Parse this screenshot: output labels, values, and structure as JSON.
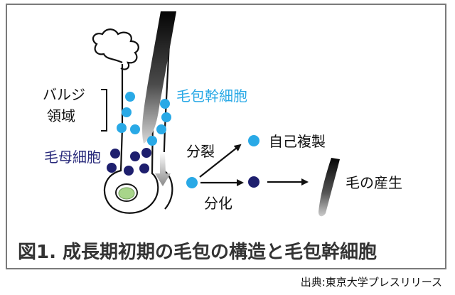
{
  "labels": {
    "bulge_region_line1": "バルジ",
    "bulge_region_line2": "領域",
    "hair_follicle_stem_cell": "毛包幹細胞",
    "hair_matrix_cell": "毛母細胞",
    "division": "分裂",
    "self_renewal": "自己複製",
    "differentiation": "分化",
    "hair_production": "毛の産生"
  },
  "caption": "図1. 成長期初期の毛包の構造と毛包幹細胞",
  "source": "出典:東京大学プレスリリース",
  "colors": {
    "stem_cell": "#29a9e6",
    "matrix_cell": "#1e1f6e",
    "papilla": "#a8d58a",
    "stem_label": "#29a9e6",
    "matrix_label": "#27287a",
    "text": "#111111",
    "frame": "#7a7a7a"
  }
}
